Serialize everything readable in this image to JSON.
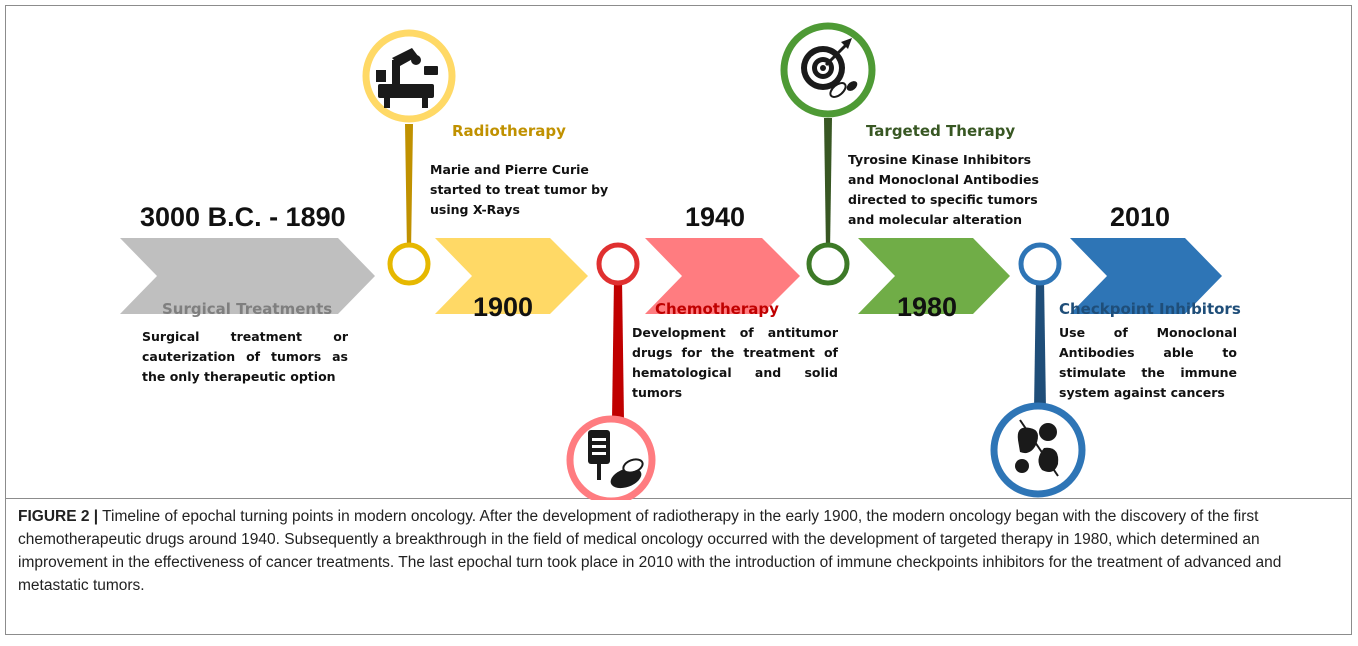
{
  "eras": [
    {
      "year": "3000 B.C. - 1890",
      "title": "Surgical Treatments",
      "description": "Surgical treatment or cauterization of tumors as the only therapeutic option",
      "color": "#bfbfbf",
      "title_color": "#7f7f7f"
    },
    {
      "year": "1900",
      "title": "Radiotherapy",
      "description": "Marie and Pierre Curie started to treat tumor by using X-Rays",
      "color": "#ffd966",
      "title_color": "#c09100",
      "icon": "radiotherapy-machine-icon"
    },
    {
      "year": "1940",
      "title": "Chemotherapy",
      "description": "Development of antitumor drugs for the treatment of hematological and solid tumors",
      "color": "#ff7c80",
      "title_color": "#c00000",
      "icon": "iv-bag-pills-icon"
    },
    {
      "year": "1980",
      "title": "Targeted Therapy",
      "description": "Tyrosine Kinase Inhibitors and Monoclonal Antibodies directed to specific tumors and molecular alteration",
      "color": "#70ad47",
      "title_color": "#385723",
      "icon": "target-pills-icon"
    },
    {
      "year": "2010",
      "title": "Checkpoint Inhibitors",
      "description": "Use of Monoclonal Antibodies able to stimulate the immune system against cancers",
      "color": "#2e75b6",
      "title_color": "#1f4e79",
      "icon": "immune-cells-icon"
    }
  ],
  "caption": {
    "label": "FIGURE 2 |",
    "text": " Timeline of epochal turning points in modern oncology. After the development of radiotherapy in the early 1900, the modern oncology began with the discovery of the first chemotherapeutic drugs around 1940. Subsequently a breakthrough in the field of medical oncology occurred with the development of targeted therapy in 1980, which determined an improvement in the effectiveness of cancer treatments. The last epochal turn took place in 2010 with the introduction of immune checkpoints inhibitors for the treatment of advanced and metastatic tumors."
  }
}
